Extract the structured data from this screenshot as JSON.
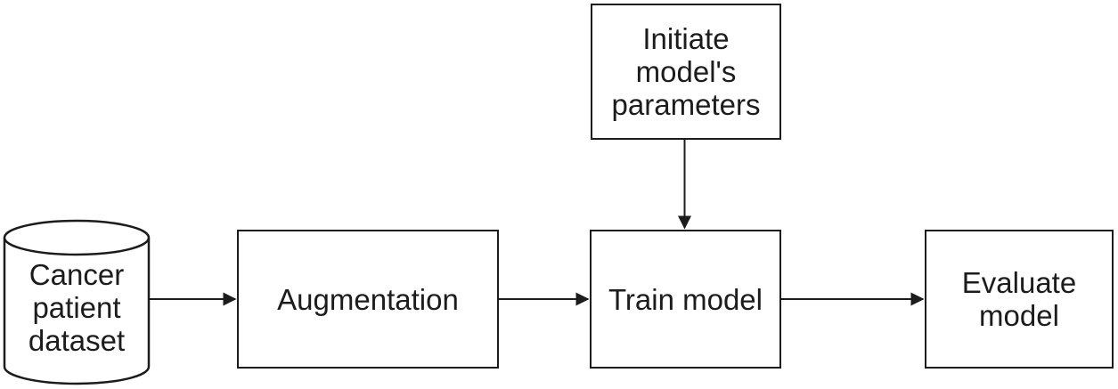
{
  "diagram": {
    "title": "Model training pipeline flowchart",
    "colors": {
      "stroke": "#1c1c1c",
      "text": "#1c1c1c",
      "background": "#ffffff"
    },
    "nodes": {
      "dataset": {
        "label": "Cancer\npatient\ndataset",
        "shape": "cylinder"
      },
      "augmentation": {
        "label": "Augmentation",
        "shape": "rectangle"
      },
      "init_params": {
        "label": "Initiate\nmodel's\nparameters",
        "shape": "rectangle"
      },
      "train": {
        "label": "Train model",
        "shape": "rectangle"
      },
      "evaluate": {
        "label": "Evaluate\nmodel",
        "shape": "rectangle"
      }
    },
    "edges": [
      {
        "from": "dataset",
        "to": "augmentation",
        "direction": "right"
      },
      {
        "from": "augmentation",
        "to": "train",
        "direction": "right"
      },
      {
        "from": "init_params",
        "to": "train",
        "direction": "down"
      },
      {
        "from": "train",
        "to": "evaluate",
        "direction": "right"
      }
    ]
  }
}
